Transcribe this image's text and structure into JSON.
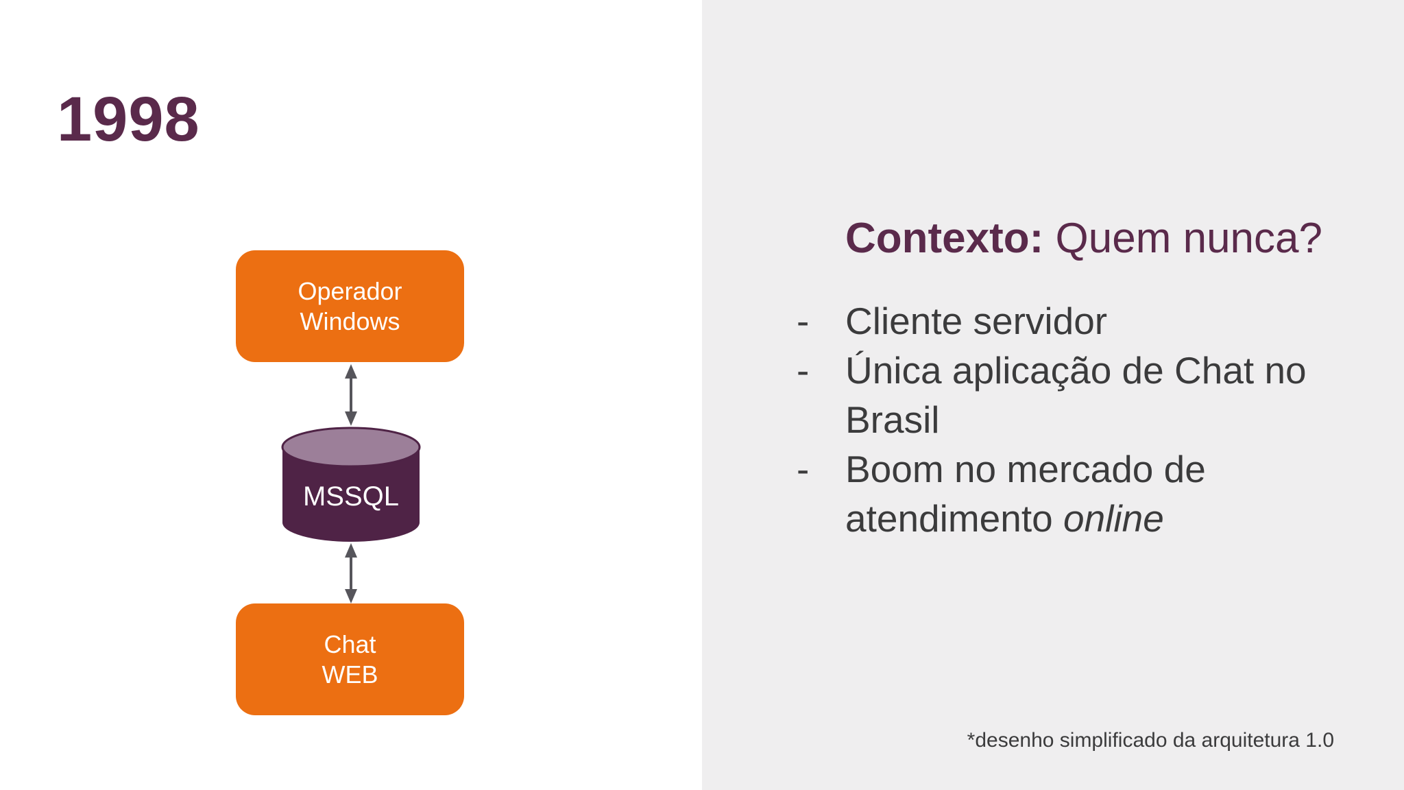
{
  "slide": {
    "year_title": "1998"
  },
  "diagram": {
    "nodes": [
      {
        "id": "operador-windows",
        "lines": [
          "Operador",
          "Windows"
        ]
      },
      {
        "id": "mssql",
        "lines": [
          "MSSQL"
        ]
      },
      {
        "id": "chat-web",
        "lines": [
          "Chat",
          "WEB"
        ]
      }
    ],
    "connections": [
      {
        "from": "operador-windows",
        "to": "mssql",
        "style": "double-arrow"
      },
      {
        "from": "mssql",
        "to": "chat-web",
        "style": "double-arrow"
      }
    ]
  },
  "context": {
    "heading_bold": "Contexto:",
    "heading_regular": " Quem nunca?",
    "bullet_char": "-",
    "list_lines": [
      {
        "dash": true,
        "segments": [
          {
            "text": "Cliente servidor"
          }
        ]
      },
      {
        "dash": true,
        "segments": [
          {
            "text": "Única aplicação de Chat no"
          }
        ]
      },
      {
        "dash": false,
        "segments": [
          {
            "text": "Brasil"
          }
        ]
      },
      {
        "dash": true,
        "segments": [
          {
            "text": "Boom no mercado de"
          }
        ]
      },
      {
        "dash": false,
        "segments": [
          {
            "text": "atendimento "
          },
          {
            "text": "online",
            "italic": true
          }
        ]
      }
    ]
  },
  "footnote": "*desenho simplificado da arquitetura 1.0",
  "colors": {
    "accent_orange": "#ec6f12",
    "plum_dark": "#4f2346",
    "plum_light": "#9c7f99",
    "maroon_title": "#5a2a4b",
    "body_text": "#3b3b3c",
    "panel_bg": "#efeeef",
    "arrow_gray": "#56555b",
    "left_bg": "#ffffff"
  }
}
